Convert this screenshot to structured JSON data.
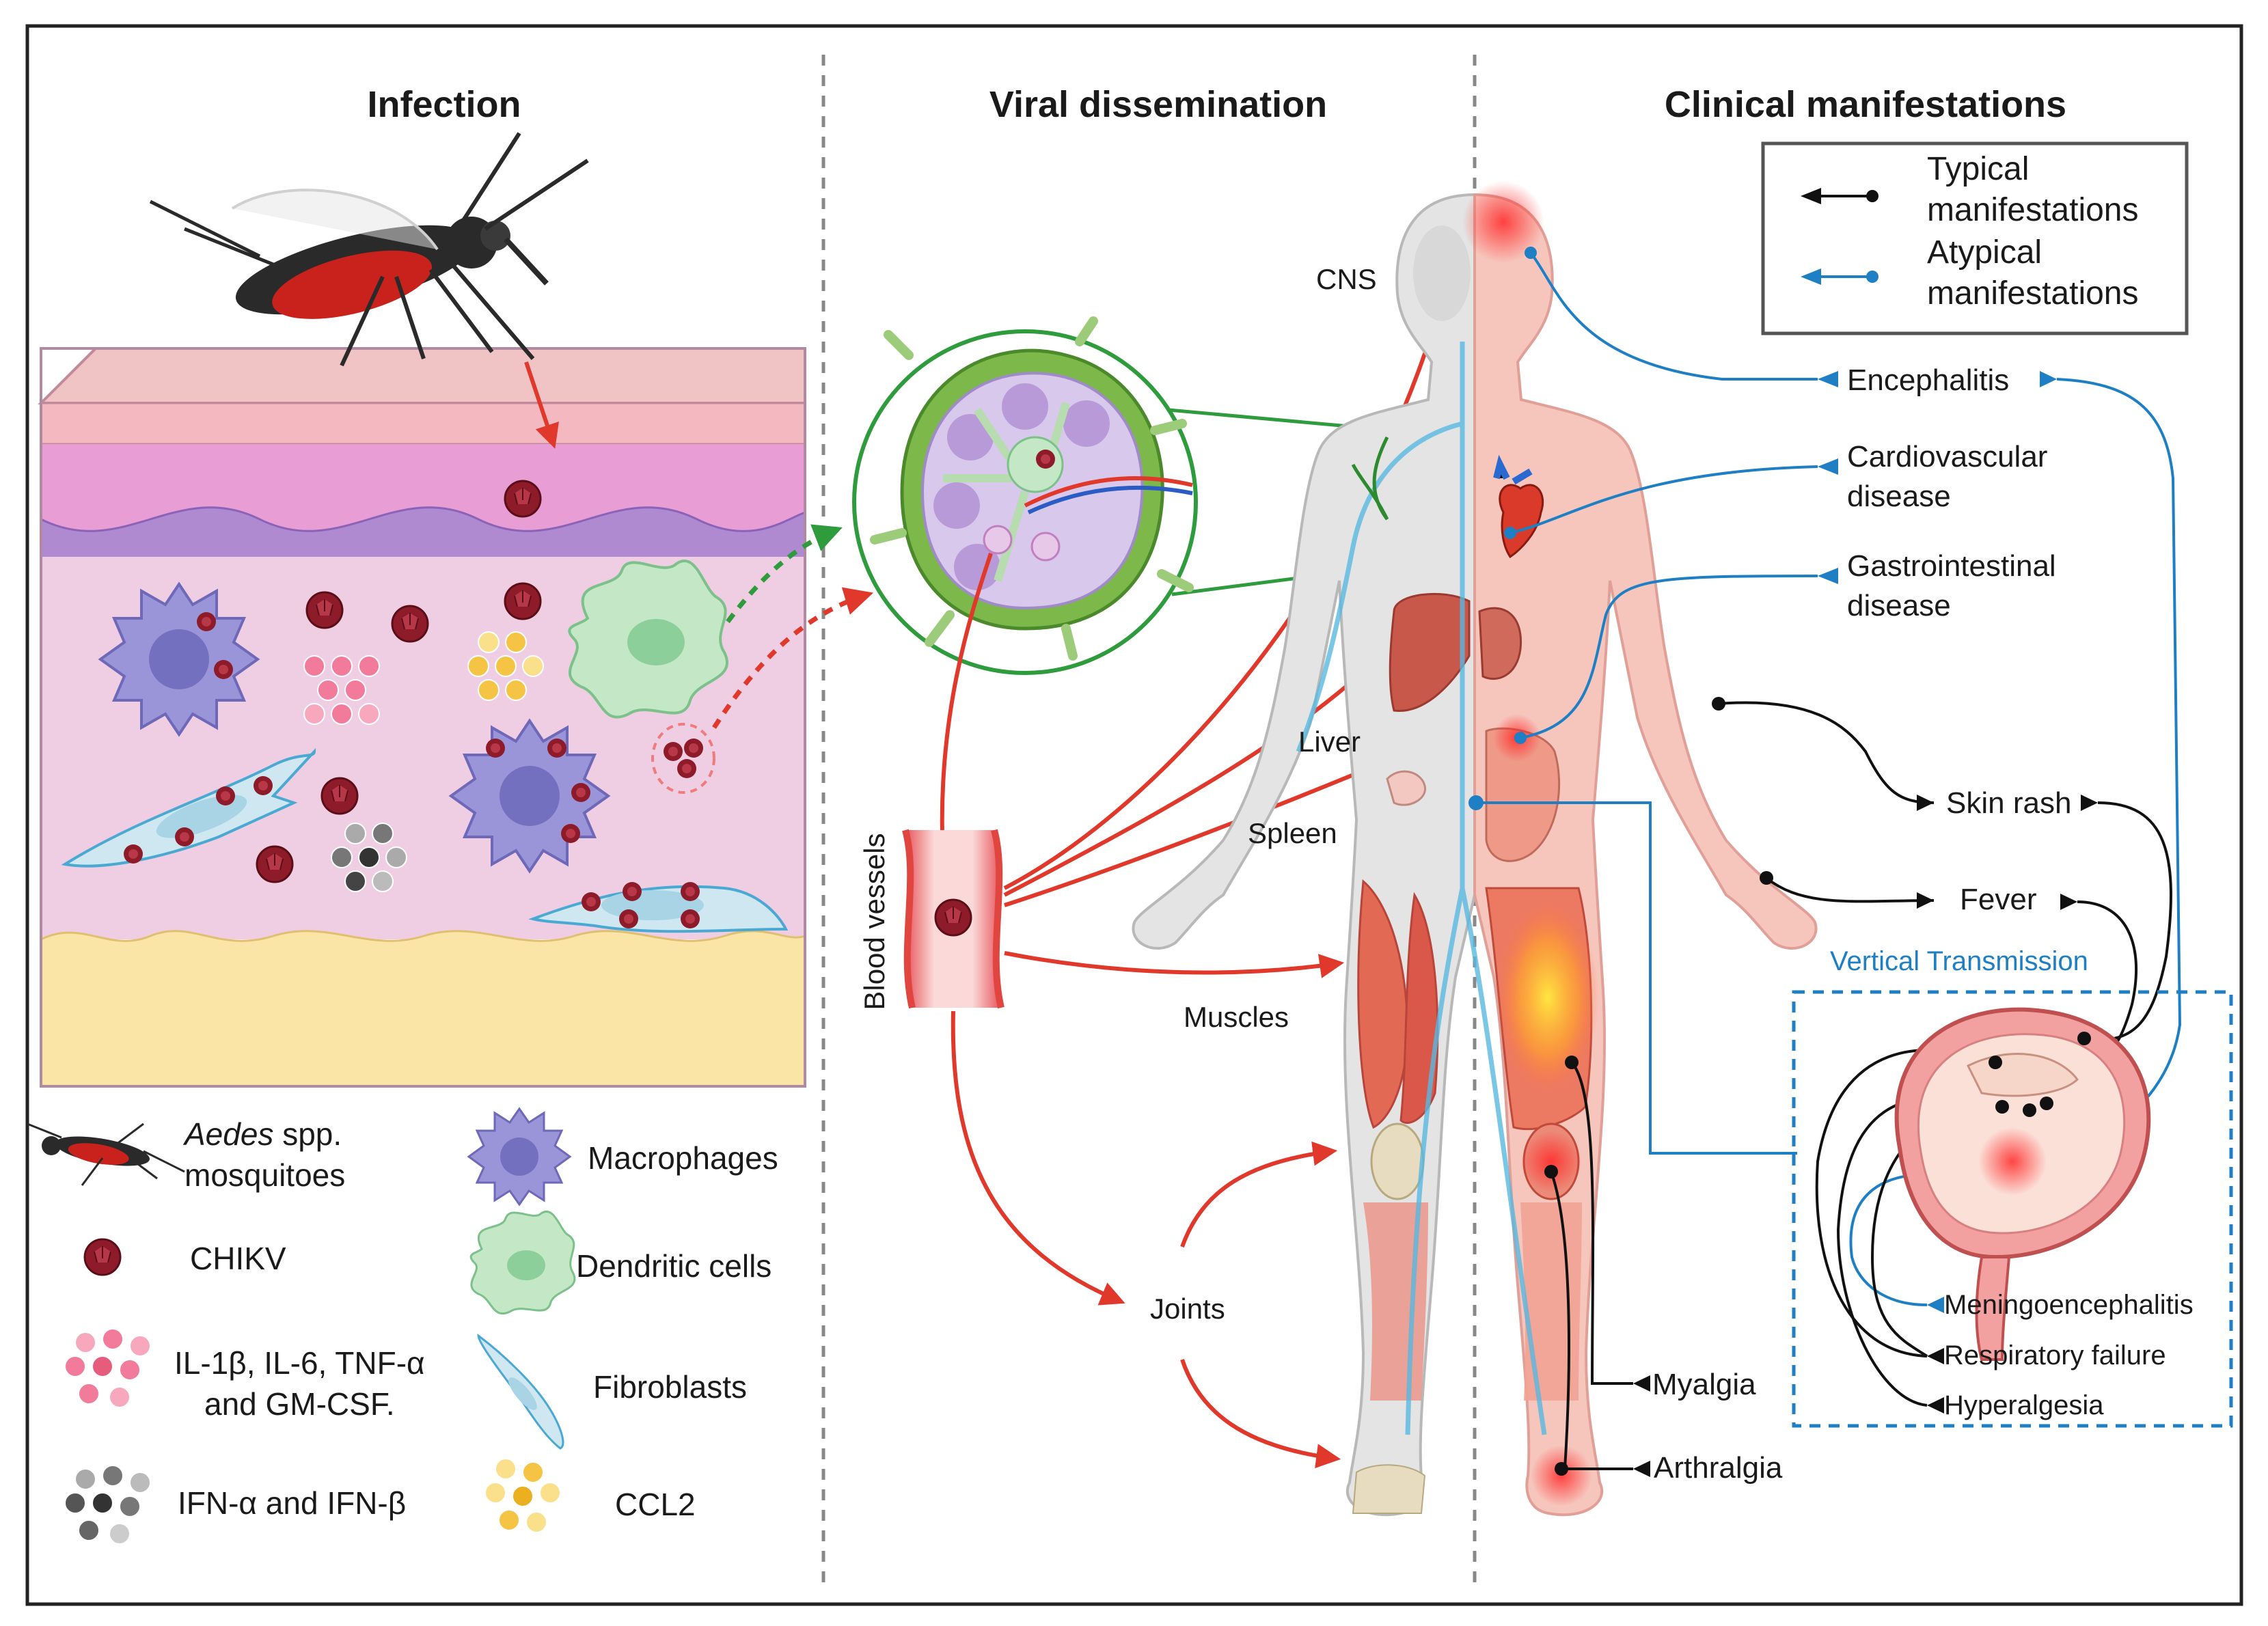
{
  "sections": {
    "infection": "Infection",
    "dissemination": "Viral dissemination",
    "clinical": "Clinical manifestations"
  },
  "key": {
    "typical": "Typical\nmanifestations",
    "atypical": "Atypical\nmanifestations",
    "typical_color": "#111111",
    "atypical_color": "#1e7fc4"
  },
  "cell_legend": {
    "mosquito_italic": "Aedes",
    "mosquito_rest": " spp.",
    "mosquito_line2": "mosquitoes",
    "chikv": "CHIKV",
    "cytokines": "IL-1β, IL-6, TNF-α\nand GM-CSF.",
    "ifn": "IFN-α and IFN-β",
    "macrophages": "Macrophages",
    "dendritic": "Dendritic cells",
    "fibroblasts": "Fibroblasts",
    "ccl2": "CCL2"
  },
  "dissemination_labels": {
    "cns": "CNS",
    "liver": "Liver",
    "spleen": "Spleen",
    "blood_vessels": "Blood vessels",
    "muscles": "Muscles",
    "joints": "Joints"
  },
  "manifestations": {
    "encephalitis": "Encephalitis",
    "cardiovascular": "Cardiovascular\ndisease",
    "gastrointestinal": "Gastrointestinal\ndisease",
    "skin_rash": "Skin rash",
    "fever": "Fever",
    "myalgia": "Myalgia",
    "arthralgia": "Arthralgia"
  },
  "vertical_transmission": {
    "title": "Vertical Transmission",
    "meningoencephalitis": "Meningoencephalitis",
    "respiratory_failure": "Respiratory failure",
    "hyperalgesia": "Hyperalgesia"
  },
  "colors": {
    "virus": "#8e1b2a",
    "arrow_red": "#e0392b",
    "arrow_green": "#2e9b3c",
    "skin_pink": "#eec9dc",
    "macrophage": "#9a95d8",
    "dendritic": "#bfe6c6",
    "fibroblast": "#cfe7f0",
    "muscle": "#e26a55",
    "blue_line": "#1e7fc4"
  }
}
